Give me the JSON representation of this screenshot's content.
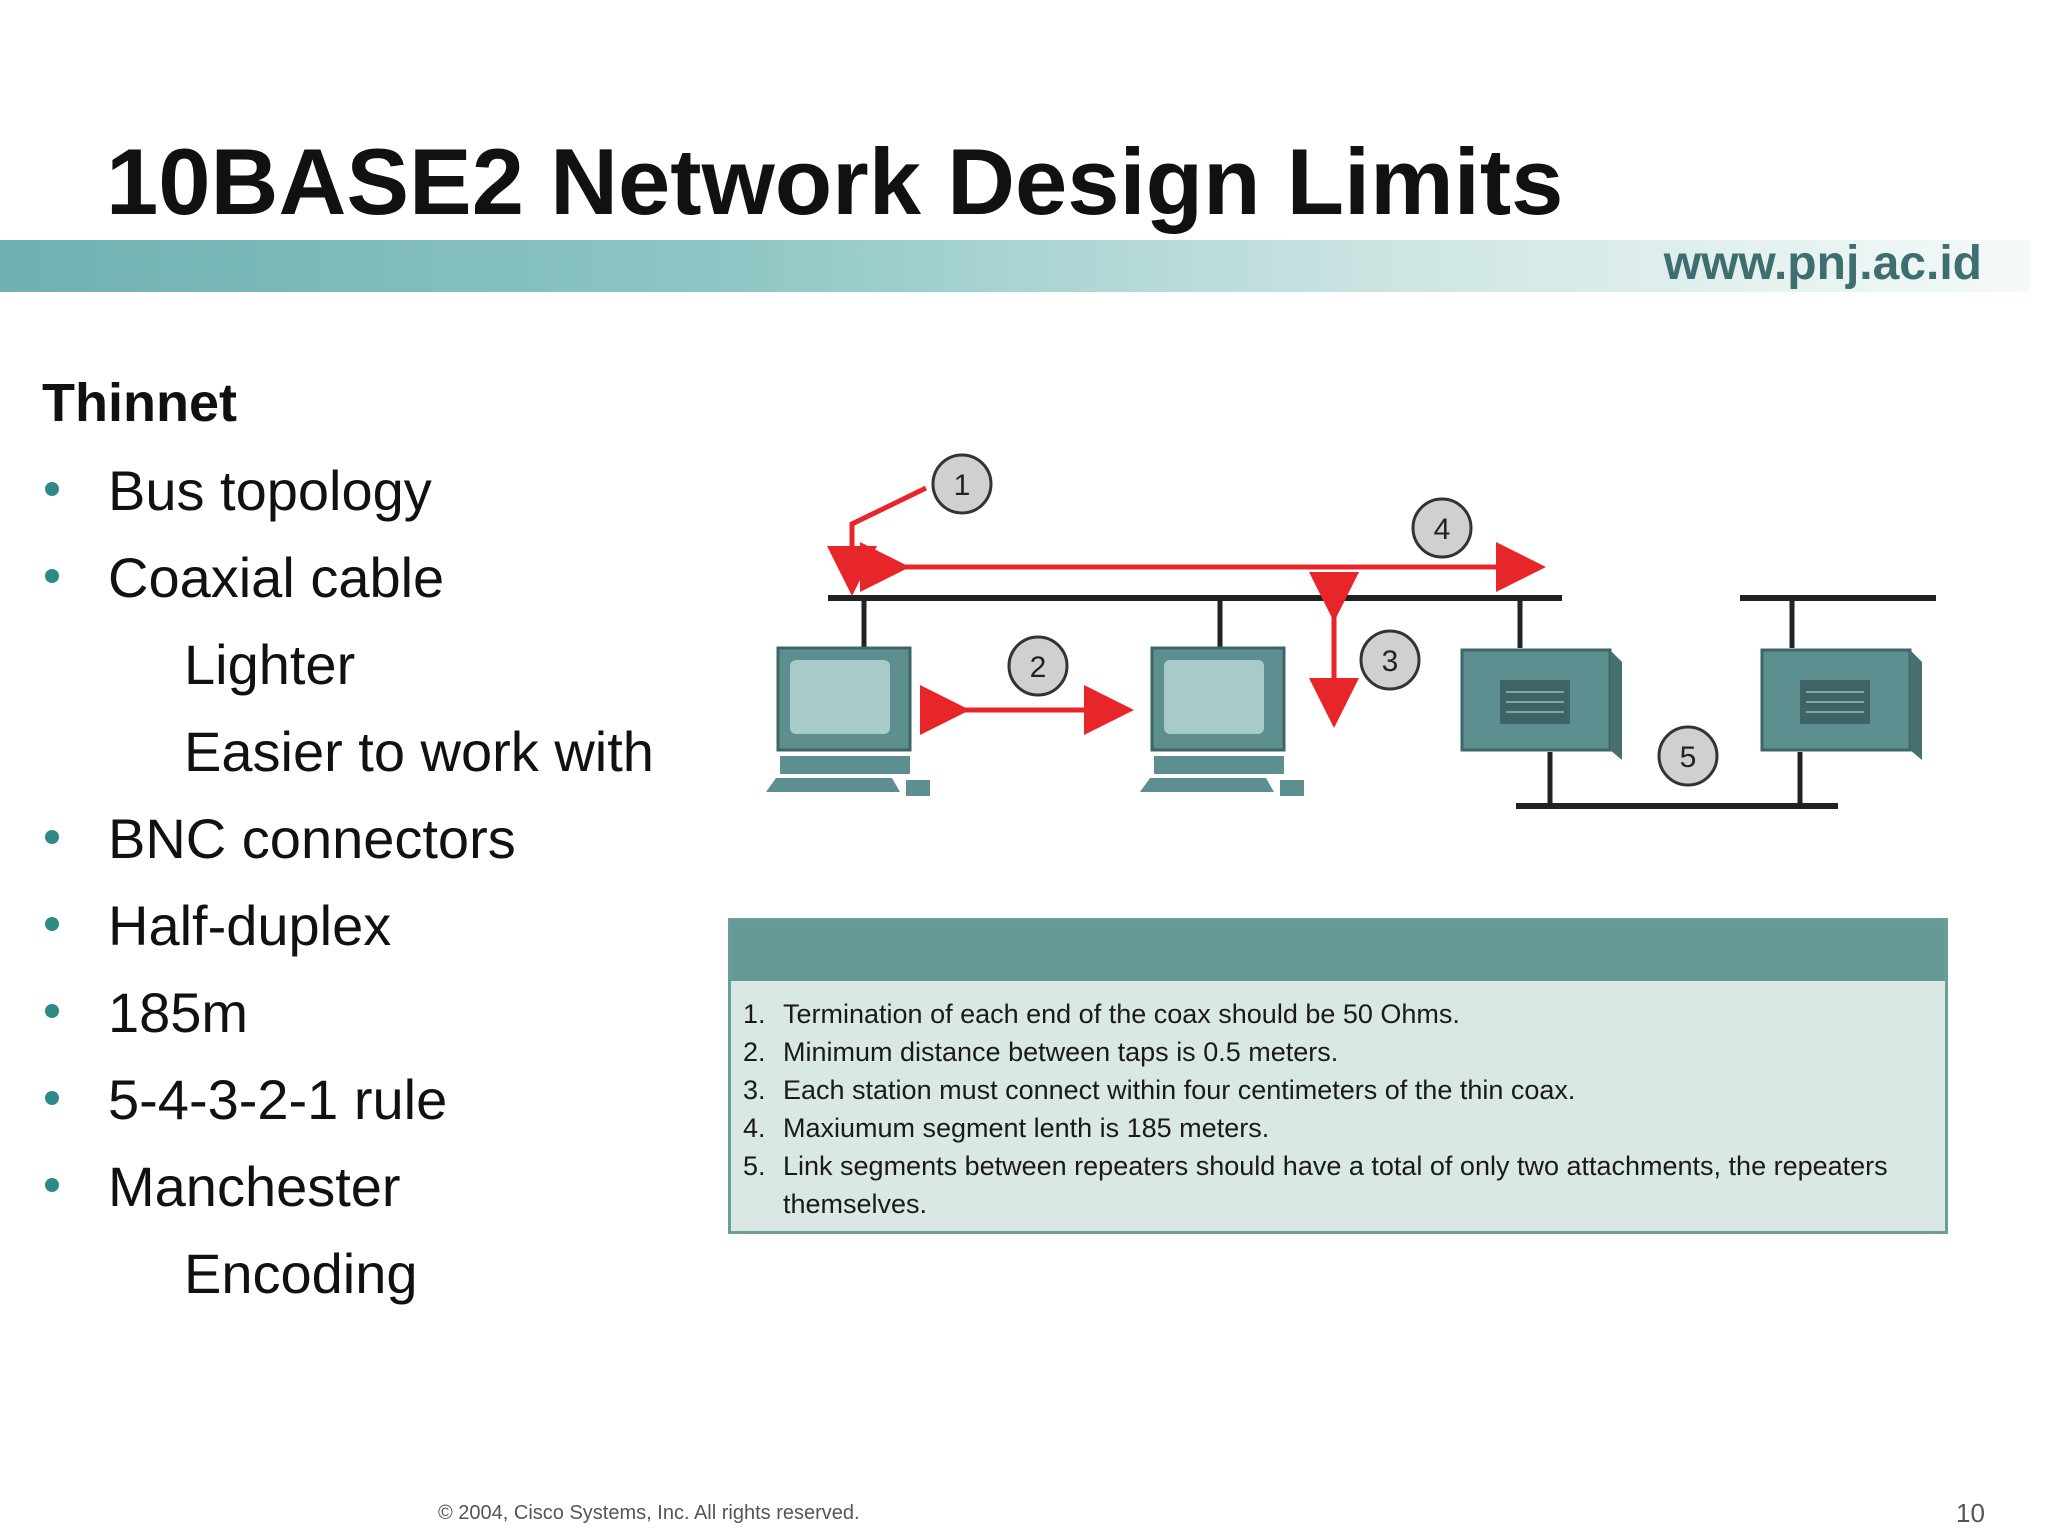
{
  "slide": {
    "title": "10BASE2 Network Design Limits",
    "website": "www.pnj.ac.id",
    "section_heading": "Thinnet",
    "bullets": [
      {
        "text": "Bus topology",
        "level": 1
      },
      {
        "text": "Coaxial cable",
        "level": 1
      },
      {
        "text": "Lighter",
        "level": 2
      },
      {
        "text": "Easier to work with",
        "level": 2
      },
      {
        "text": "BNC connectors",
        "level": 1
      },
      {
        "text": "Half-duplex",
        "level": 1
      },
      {
        "text": "185m",
        "level": 1
      },
      {
        "text": "5-4-3-2-1 rule",
        "level": 1
      },
      {
        "text": "Manchester",
        "level": 1
      },
      {
        "text": "Encoding",
        "level": 2
      }
    ],
    "footer": "© 2004, Cisco Systems, Inc. All rights reserved.",
    "page_number": "10"
  },
  "diagram": {
    "callouts": [
      "1",
      "2",
      "3",
      "4",
      "5"
    ],
    "colors": {
      "arrow": "#e8262a",
      "device": "#5e8f90",
      "cable": "#222222",
      "callout_fill": "#d0d0d0"
    }
  },
  "notes": {
    "items": [
      {
        "num": "1.",
        "text": "Termination of each end of the coax should be 50 Ohms."
      },
      {
        "num": "2.",
        "text": "Minimum distance between taps is 0.5 meters."
      },
      {
        "num": "3.",
        "text": "Each station must connect within four centimeters of the thin coax."
      },
      {
        "num": "4.",
        "text": "Maxiumum segment lenth is 185 meters."
      },
      {
        "num": "5.",
        "text": "Link segments between repeaters should have a total of only two attachments, the repeaters themselves."
      }
    ]
  }
}
